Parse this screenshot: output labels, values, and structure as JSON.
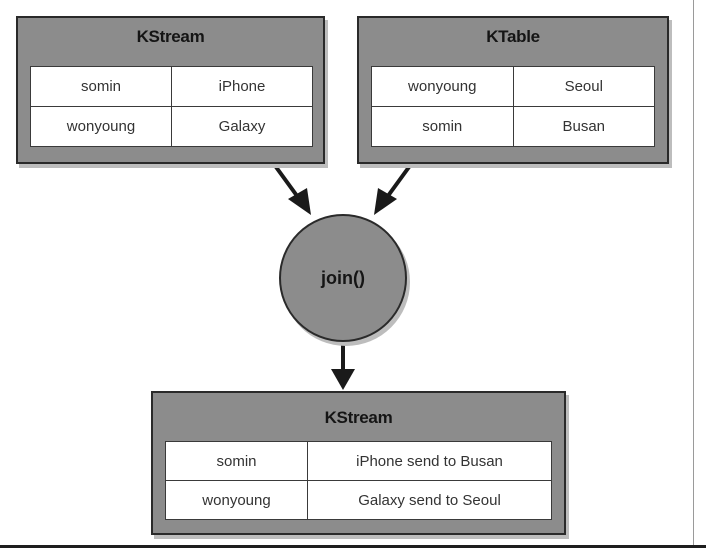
{
  "kstream_input": {
    "title": "KStream",
    "rows": [
      {
        "key": "somin",
        "value": "iPhone"
      },
      {
        "key": "wonyoung",
        "value": "Galaxy"
      }
    ]
  },
  "ktable": {
    "title": "KTable",
    "rows": [
      {
        "key": "wonyoung",
        "value": "Seoul"
      },
      {
        "key": "somin",
        "value": "Busan"
      }
    ]
  },
  "join_node": {
    "label": "join()"
  },
  "kstream_output": {
    "title": "KStream",
    "rows": [
      {
        "key": "somin",
        "value": "iPhone send to Busan"
      },
      {
        "key": "wonyoung",
        "value": "Galaxy send to Seoul"
      }
    ]
  },
  "colors": {
    "box_fill": "#8c8c8c",
    "border": "#2a2a2a",
    "cell_fill": "#ffffff",
    "shadow": "#bdbdbd"
  }
}
